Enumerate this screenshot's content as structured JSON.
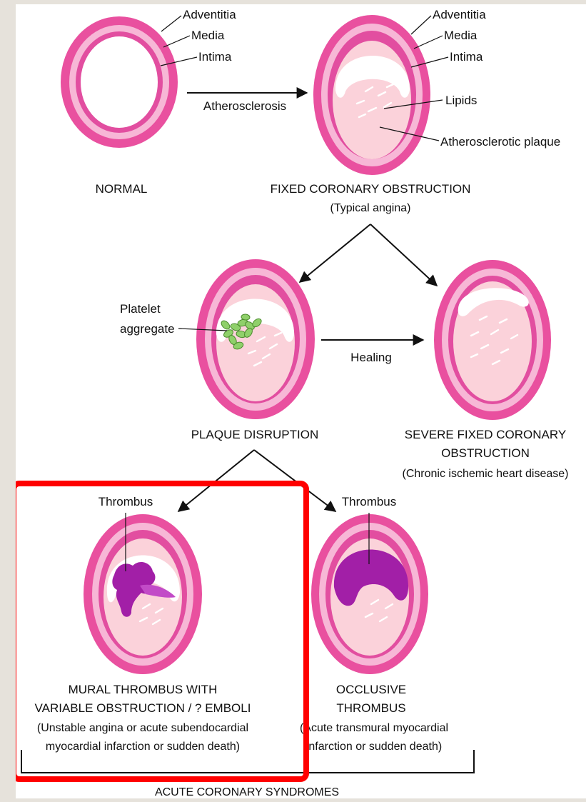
{
  "labels": {
    "adventitia": "Adventitia",
    "media": "Media",
    "intima": "Intima",
    "lipids": "Lipids",
    "plaque": "Atherosclerotic plaque",
    "atherosclerosis": "Atherosclerosis",
    "platelet_line1": "Platelet",
    "platelet_line2": "aggregate",
    "healing": "Healing",
    "thrombus": "Thrombus"
  },
  "captions": {
    "normal": "NORMAL",
    "fixed": "FIXED CORONARY OBSTRUCTION",
    "fixed_sub": "(Typical angina)",
    "disruption": "PLAQUE DISRUPTION",
    "severe_1": "SEVERE FIXED CORONARY",
    "severe_2": "OBSTRUCTION",
    "severe_sub": "(Chronic ischemic heart disease)",
    "mural_1": "MURAL THROMBUS WITH",
    "mural_2": "VARIABLE OBSTRUCTION / ? EMBOLI",
    "mural_sub1": "(Unstable angina or acute subendocardial",
    "mural_sub2": "myocardial infarction or sudden death)",
    "occl_1": "OCCLUSIVE",
    "occl_2": "THROMBUS",
    "occl_sub1": "(Acute transmural myocardial",
    "occl_sub2": "infarction or sudden death)",
    "acs": "ACUTE CORONARY SYNDROMES"
  },
  "colors": {
    "adventitia": "#e9509f",
    "media": "#f7b7d6",
    "intima": "#e24ea0",
    "lumen": "#ffffff",
    "plaque": "#fbd2da",
    "platelet": "#8fd06a",
    "thrombus": "#a21fa7",
    "highlight": "#ff0000"
  }
}
